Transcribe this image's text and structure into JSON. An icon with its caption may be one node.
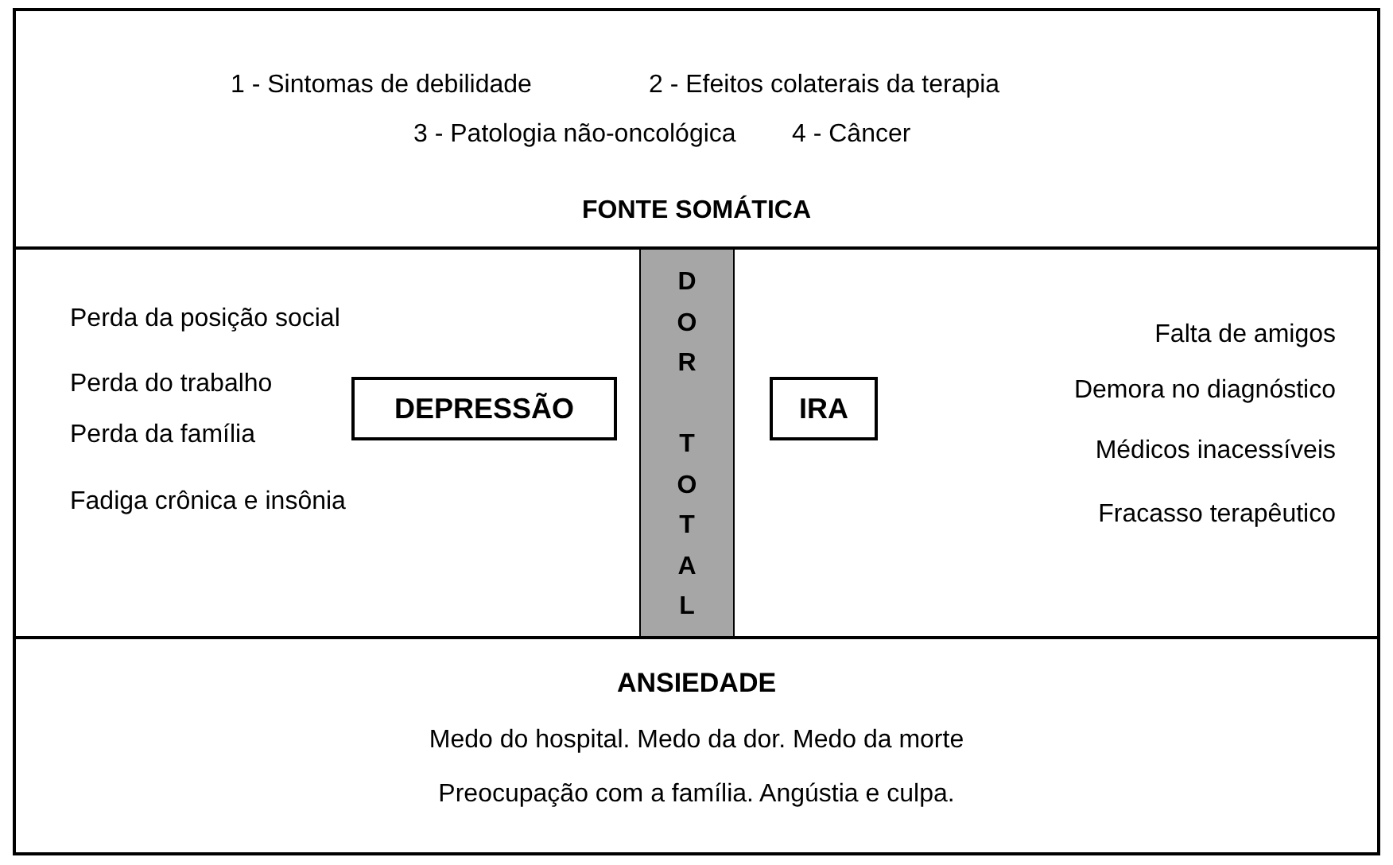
{
  "diagram": {
    "nodes": [
      {
        "text": [],
        "shape": "box"
      },
      {
        "text": [
          "1 - Sintomas de debilidade",
          "2 - Efeitos colaterais da terapia",
          "3 - Patologia não-oncológica",
          "4 - Câncer",
          "FONTE SOMÁTICA"
        ],
        "in": 0
      },
      {
        "text": [],
        "shape": "box",
        "in": 0
      },
      {
        "text": [
          "DEPRESSÃO"
        ],
        "in": 2
      },
      {
        "text": [
          "DOR TOTAL"
        ],
        "in": 2
      },
      {
        "text": [
          "IRA"
        ],
        "in": 2
      },
      {
        "text": [
          "ANSIEDADE",
          "Medo do hospital. Medo da dor. Medo da morte",
          "Preocupação com a família. Angústia e culpa."
        ],
        "in": 0
      }
    ],
    "edges": [],
    "labels": [
      "Perda da posição social",
      "Perda do trabalho",
      "Perda da família",
      "Fadiga crônica e insônia",
      "Falta de amigos",
      "Demora no diagnóstico",
      "Médicos inacessíveis",
      "Fracasso terapêutico"
    ]
  }
}
